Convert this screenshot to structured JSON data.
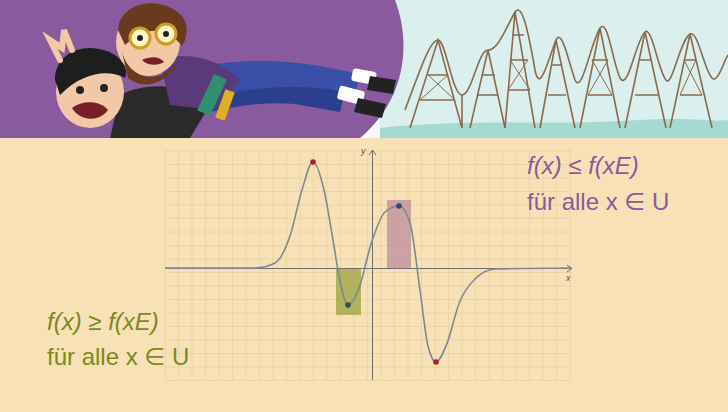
{
  "diagram": {
    "labels": [
      "f(x) ≤ f(xE)",
      "für alle x ∈ U",
      "y",
      "x",
      "f(x) ≥ f(xE)",
      "für alle x ∈ U"
    ]
  }
}
